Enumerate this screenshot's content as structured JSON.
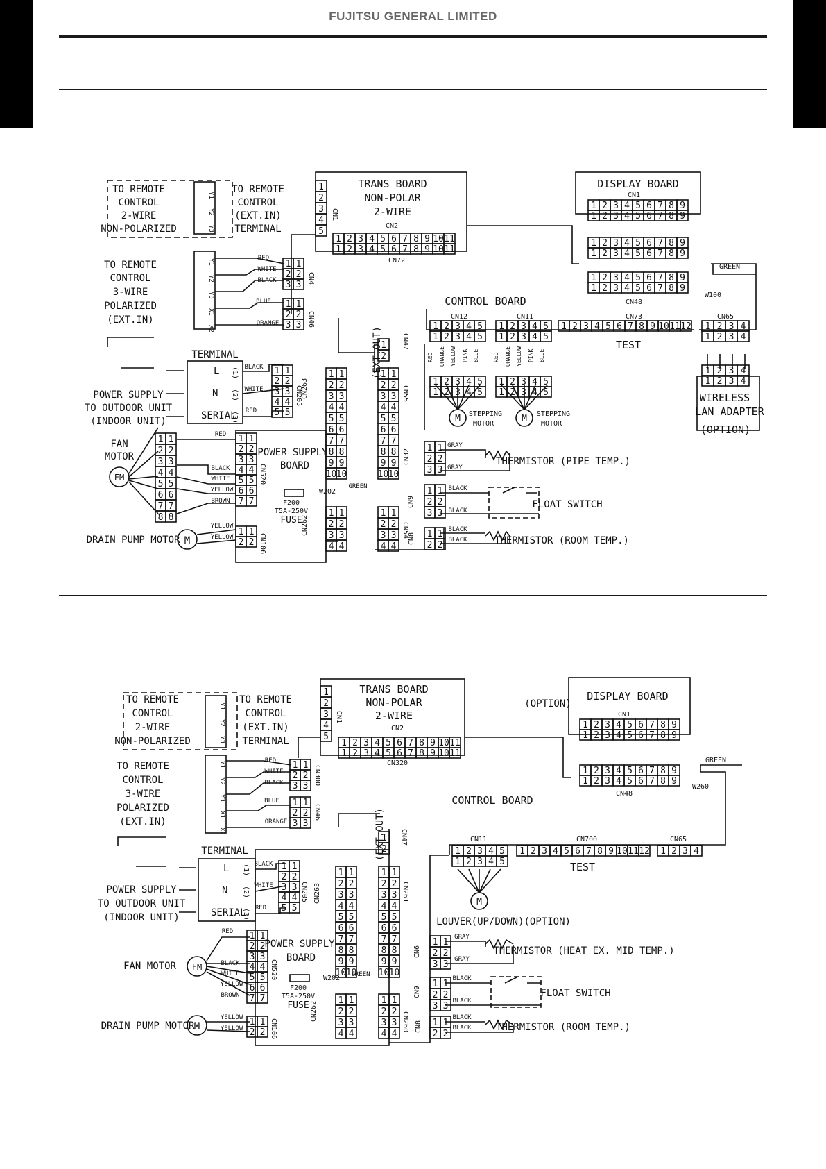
{
  "header": {
    "brand": "FUJITSU GENERAL LIMITED"
  },
  "d1": {
    "trans_board": [
      "TRANS BOARD",
      "NON-POLAR",
      "2-WIRE"
    ],
    "display_board": "DISPLAY BOARD",
    "control_board": "CONTROL BOARD",
    "power_supply_board": [
      "POWER SUPPLY",
      "BOARD"
    ],
    "rc2": [
      "TO REMOTE",
      "CONTROL",
      "2-WIRE",
      "NON-POLARIZED"
    ],
    "rc_term": [
      "TO REMOTE",
      "CONTROL",
      "(EXT.IN)",
      "TERMINAL"
    ],
    "rc3": [
      "TO REMOTE",
      "CONTROL",
      "3-WIRE",
      "POLARIZED",
      "(EXT.IN)"
    ],
    "terminal": "TERMINAL",
    "power": [
      "POWER SUPPLY",
      "TO OUTDOOR UNIT",
      "(INDOOR UNIT)"
    ],
    "fan": [
      "FAN",
      "MOTOR"
    ],
    "drain": "DRAIN PUMP MOTOR",
    "stepping1": [
      "STEPPING",
      "MOTOR"
    ],
    "stepping2": [
      "STEPPING",
      "MOTOR"
    ],
    "wireless": [
      "WIRELESS",
      "LAN ADAPTER",
      "(OPTION)"
    ],
    "therm_pipe": "THERMISTOR (PIPE TEMP.)",
    "float": "FLOAT SWITCH",
    "therm_room": "THERMISTOR (ROOM TEMP.)",
    "test": "TEST",
    "ext_out": "(EXT.OUT)",
    "fuse": [
      "F200",
      "T5A-250V",
      "FUSE"
    ],
    "cn": {
      "cn1t": "CN1",
      "cn2": "CN2",
      "cn72": "CN72",
      "cn1d": "CN1",
      "cn48": "CN48",
      "w100": "W100",
      "cn12": "CN12",
      "cn11": "CN11",
      "cn73": "CN73",
      "cn65": "CN65",
      "cn4": "CN4",
      "cn46": "CN46",
      "cn47": "CN47",
      "cn205": "CN205",
      "cn263": "CN263",
      "cn55": "CN55",
      "cn32": "CN32",
      "cn520": "CN520",
      "cn9": "CN9",
      "w202": "W202",
      "cn262": "CN262",
      "cn54": "CN54",
      "cn8": "CN8",
      "cn106": "CN106"
    },
    "wires": {
      "red": "RED",
      "white": "WHITE",
      "black": "BLACK",
      "blue": "BLUE",
      "orange": "ORANGE",
      "gray": "GRAY",
      "green": "GREEN",
      "yellow": "YELLOW",
      "brown": "BROWN",
      "pink": "PINK"
    }
  },
  "d2": {
    "trans_board": [
      "TRANS BOARD",
      "NON-POLAR",
      "2-WIRE"
    ],
    "display_board": "DISPLAY BOARD",
    "option": "(OPTION)",
    "control_board": "CONTROL BOARD",
    "power_supply_board": [
      "POWER SUPPLY",
      "BOARD"
    ],
    "rc2": [
      "TO REMOTE",
      "CONTROL",
      "2-WIRE",
      "NON-POLARIZED"
    ],
    "rc_term": [
      "TO REMOTE",
      "CONTROL",
      "(EXT.IN)",
      "TERMINAL"
    ],
    "rc3": [
      "TO REMOTE",
      "CONTROL",
      "3-WIRE",
      "POLARIZED",
      "(EXT.IN)"
    ],
    "terminal": "TERMINAL",
    "power": [
      "POWER SUPPLY",
      "TO OUTDOOR UNIT",
      "(INDOOR UNIT)"
    ],
    "fan": "FAN MOTOR",
    "drain": "DRAIN PUMP MOTOR",
    "louver": "LOUVER(UP/DOWN)(OPTION)",
    "therm_mid": "THERMISTOR (HEAT EX. MID TEMP.)",
    "float": "FLOAT SWITCH",
    "therm_room": "THERMISTOR (ROOM TEMP.)",
    "test": "TEST",
    "ext_out": "(EXT.OUT)",
    "fuse": [
      "F200",
      "T5A-250V",
      "FUSE"
    ],
    "cn": {
      "cn1t": "CN1",
      "cn2": "CN2",
      "cn320": "CN320",
      "cn1d": "CN1",
      "cn48": "CN48",
      "w260": "W260",
      "cn11": "CN11",
      "cn700": "CN700",
      "cn65": "CN65",
      "cn300": "CN300",
      "cn46": "CN46",
      "cn47": "CN47",
      "cn205": "CN205",
      "cn263": "CN263",
      "cn261": "CN261",
      "cn6": "CN6",
      "cn520": "CN520",
      "cn9": "CN9",
      "w202": "W202",
      "cn262": "CN262",
      "cn260": "CN260",
      "cn8": "CN8",
      "cn106": "CN106"
    },
    "wires": {
      "red": "RED",
      "white": "WHITE",
      "black": "BLACK",
      "blue": "BLUE",
      "orange": "ORANGE",
      "gray": "GRAY",
      "green": "GREEN",
      "yellow": "YELLOW",
      "brown": "BROWN"
    }
  },
  "symbols": {
    "y1": "Y1",
    "y2": "Y2",
    "y3": "Y3",
    "x1": "X1",
    "x2": "X2",
    "L": "L",
    "N": "N",
    "serial": "SERIAL",
    "c1": "(1)",
    "c2": "(2)",
    "c3": "(3)",
    "m": "M",
    "fm": "FM"
  }
}
